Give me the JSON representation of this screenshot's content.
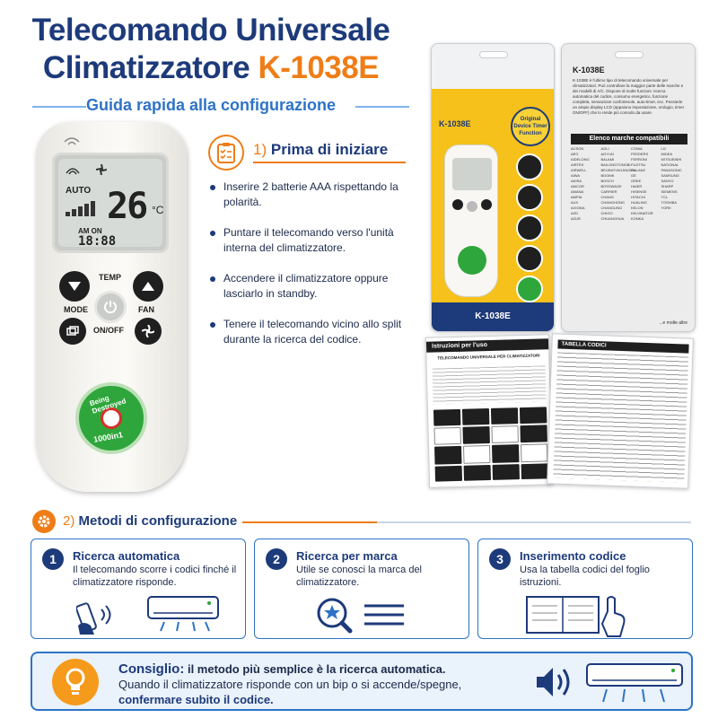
{
  "header": {
    "title_line1": "Telecomando Universale",
    "title_line2": "Climatizzatore",
    "model": "K-1038E",
    "subtitle": "Guida rapida alla configurazione"
  },
  "remote": {
    "lcd_mode": "AUTO",
    "lcd_temp": "26",
    "lcd_unit": "°C",
    "lcd_ampm": "AM ON",
    "lcd_clock": "18:88",
    "temp_label": "TEMP",
    "mode_label": "MODE",
    "fan_label": "FAN",
    "power_label": "ON/OFF",
    "sticker_top": "Being Destroyed",
    "sticker_bottom": "1000in1"
  },
  "section1": {
    "number": "1)",
    "title": "Prima di iniziare",
    "bullets": [
      "Inserire 2 batterie AAA rispettando la polarità.",
      "Puntare il telecomando verso l'unità interna del climatizzatore.",
      "Accendere il climatizzatore oppure lasciarlo in standby.",
      "Tenere il telecomando vicino allo split durante la ricerca del codice."
    ]
  },
  "package": {
    "model_top": "K-1038E",
    "model_bottom": "K-1038E",
    "badge": "Original Device Timer Function",
    "back_title": "K-1038E",
    "back_text": "K-1038E è l'ultimo tipo di telecomando universale per climatizzatori. Può controllare la maggior parte delle marche e dei modelli di A/C. Dispone di molte funzioni: ricerca automatica del codice, consumo energetico, funzione completa, sensazione confortevole, auto-timer, ecc. Possiede un ampio display LCD (appaiono impostazione, orologio, timer ON/OFF) che lo rende più comodo da usare.",
    "back_bar": "Elenco marche compatibili",
    "back_brands": [
      "ACSON",
      "AEG",
      "AIDELONG",
      "AIRTEK",
      "AIRWELL",
      "AIWA",
      "AKIRA",
      "AMCOR",
      "AMANA",
      "AMPIA",
      "AUX",
      "AXIOMA",
      "AZD",
      "AZUR",
      "AOLI",
      "AOYUN",
      "BALAMI",
      "BAILONGTONGBI",
      "BEIJINGYAOJINGEN",
      "BOOMK",
      "BOSCH",
      "BOSSWAGE",
      "CARRIER",
      "CHANG",
      "CHANGHONG",
      "CHANGLING",
      "CHIGO",
      "CHUANGHUA",
      "CONIA",
      "FEDDERS",
      "FERRONI",
      "FUJITSU",
      "GALANZ",
      "GE",
      "GREE",
      "HAIER",
      "HISENSE",
      "HITACHI",
      "HUALING",
      "KELON",
      "KELVINATOR",
      "KONKA",
      "LG",
      "MIDEA",
      "MITSUBISHI",
      "NATIONAL",
      "PANASONIC",
      "SAMSUNG",
      "SANYO",
      "SHARP",
      "SIEMENS",
      "TCL",
      "TOSHIBA",
      "YORK"
    ],
    "back_footer": "...e molte altre"
  },
  "leaflets": {
    "left_title": "Istruzioni per l'uso",
    "left_subtitle": "TELECOMANDO UNIVERSALE PER CLIMATIZZATORI",
    "right_title": "TABELLA CODICI"
  },
  "section2": {
    "number": "2)",
    "title": "Metodi di configurazione"
  },
  "methods": [
    {
      "number": "1",
      "title": "Ricerca automatica",
      "description": "Il telecomando scorre i codici finché il climatizzatore risponde."
    },
    {
      "number": "2",
      "title": "Ricerca per marca",
      "description": "Utile se conosci la marca del climatizzatore."
    },
    {
      "number": "3",
      "title": "Inserimento codice",
      "description": "Usa la tabella codici del foglio istruzioni."
    }
  ],
  "tip": {
    "label": "Consiglio:",
    "headline": "il metodo più semplice è la ricerca automatica.",
    "body": "Quando il climatizzatore risponde con un bip o si accende/spegne,",
    "confirm": "confermare subito il codice."
  },
  "colors": {
    "navy": "#1d3a7a",
    "orange": "#ef7d17",
    "blue": "#2e73c6",
    "tip_bg": "#eaf2fb"
  }
}
